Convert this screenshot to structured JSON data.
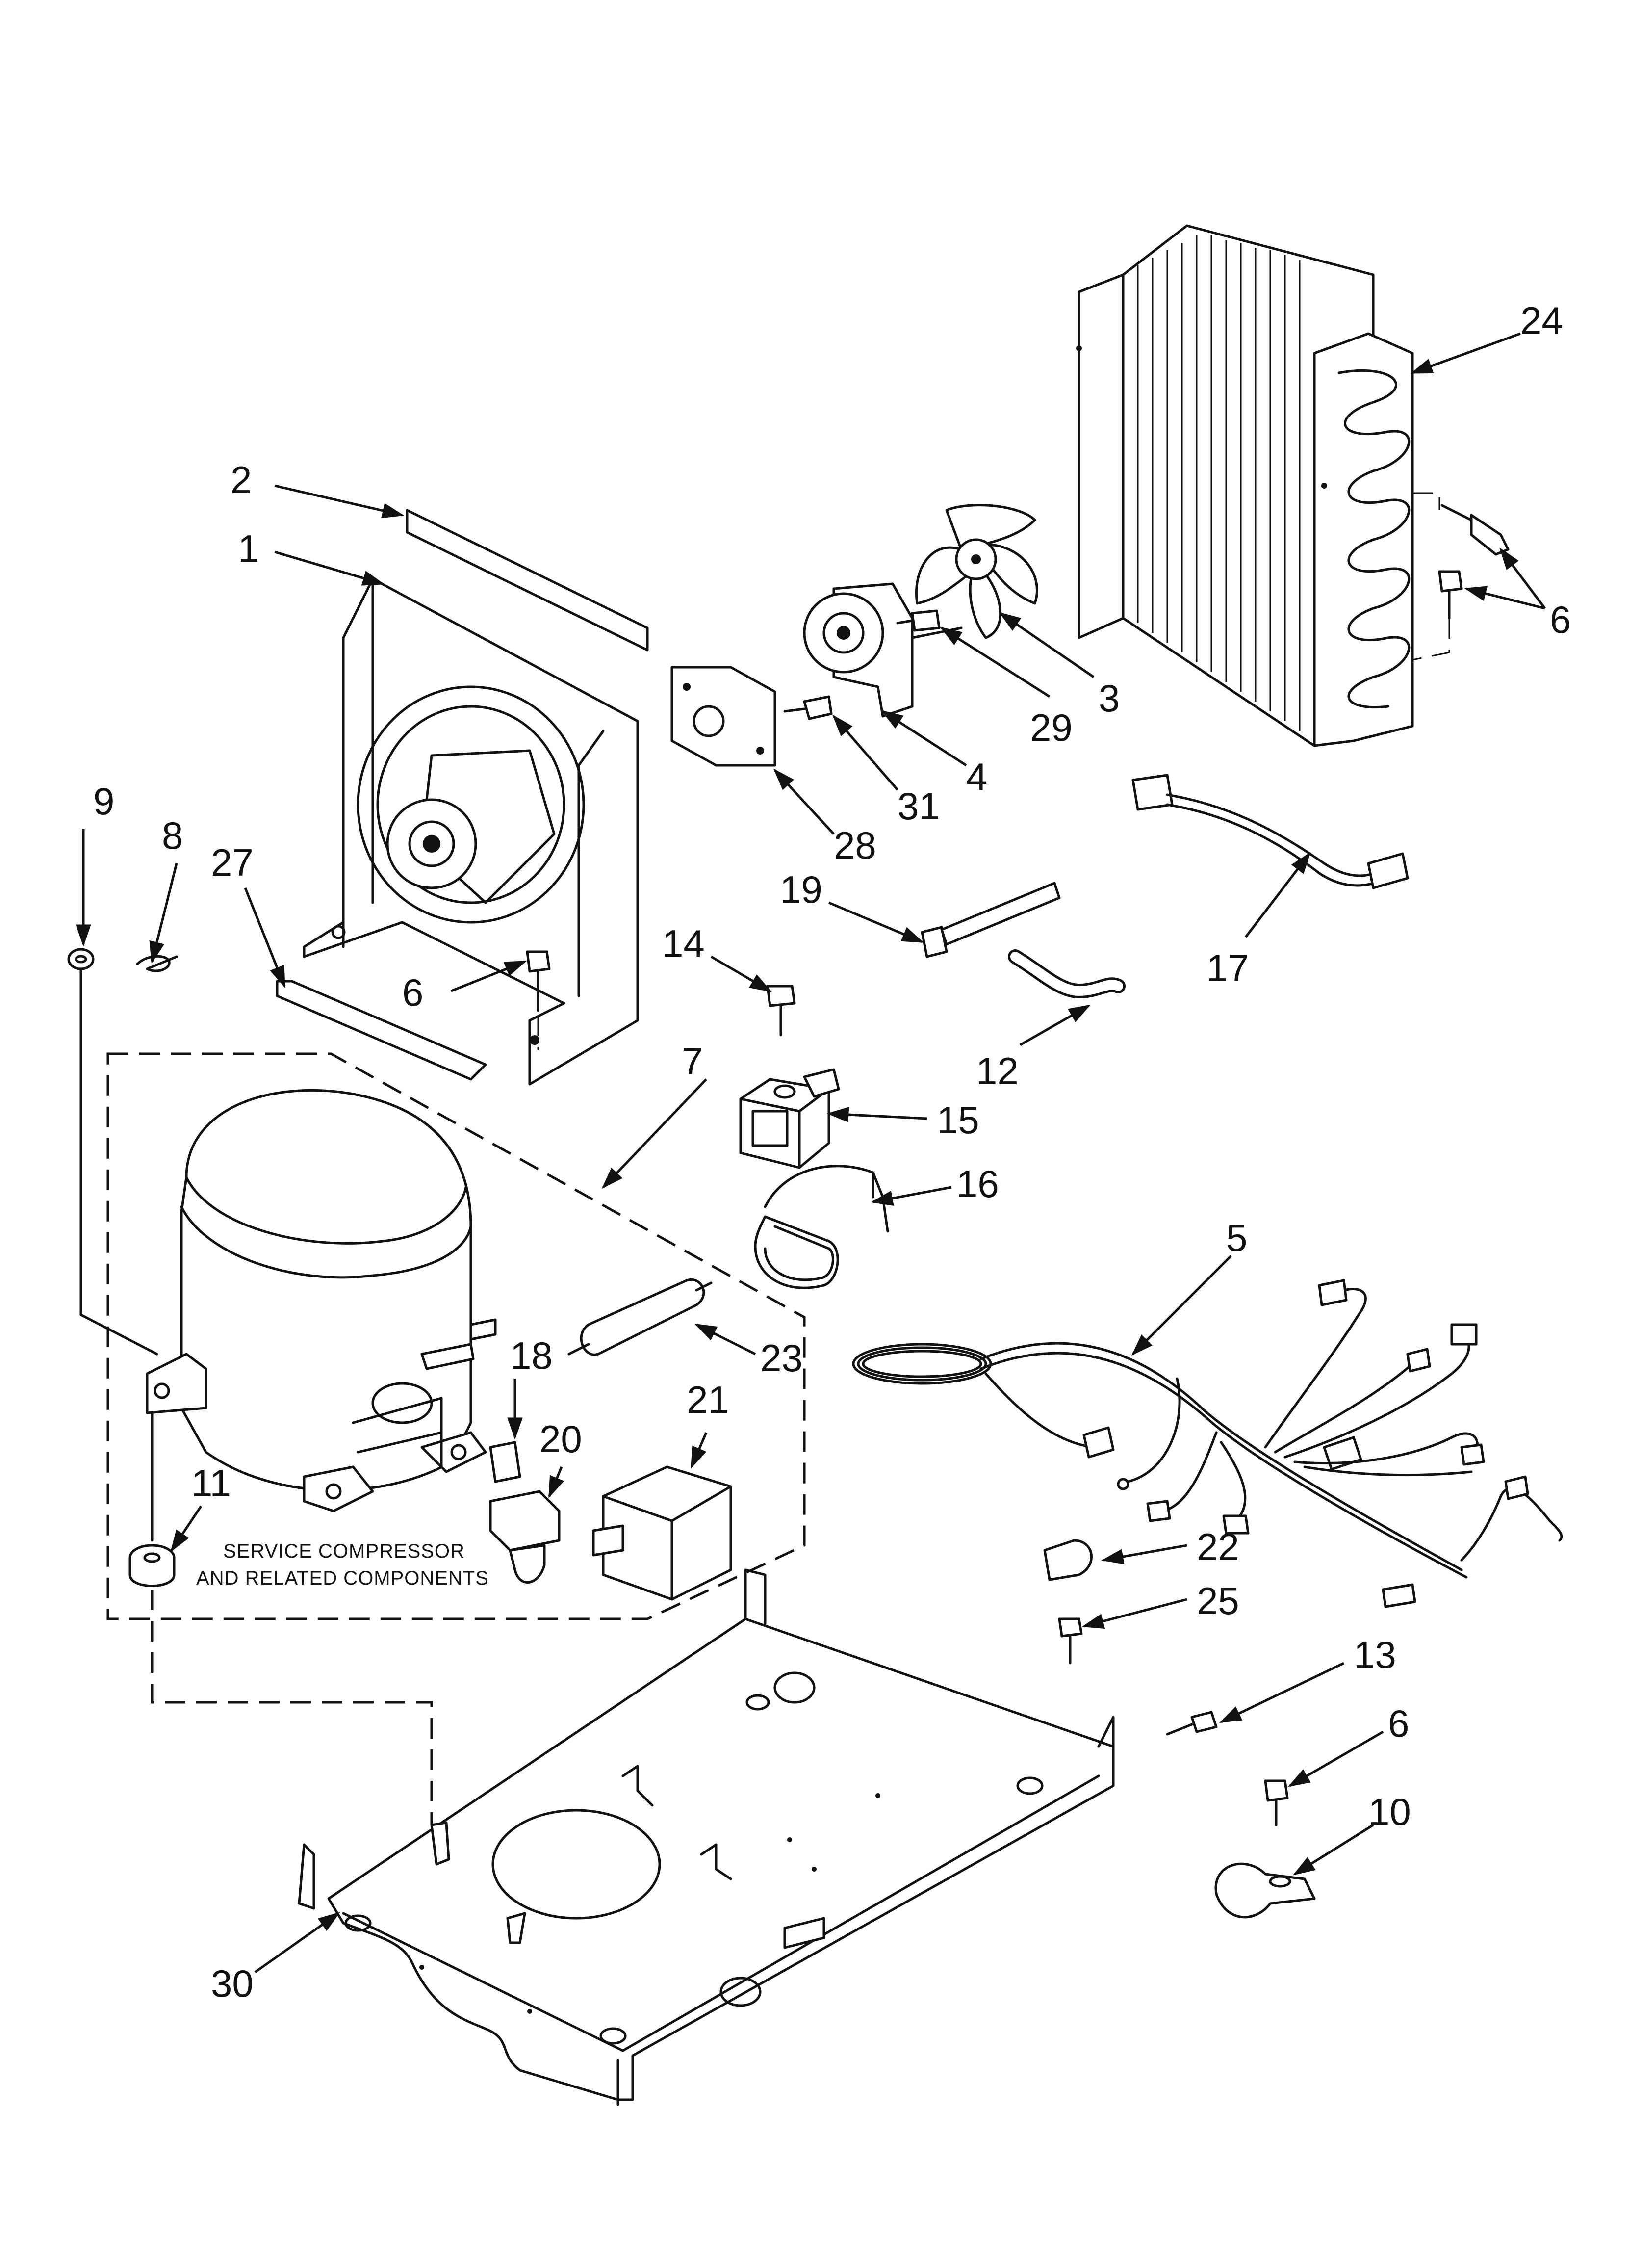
{
  "diagram": {
    "note_line1": "SERVICE COMPRESSOR",
    "note_line2": "AND RELATED COMPONENTS",
    "callouts": [
      {
        "id": "c2",
        "label": "2"
      },
      {
        "id": "c1",
        "label": "1"
      },
      {
        "id": "c24",
        "label": "24"
      },
      {
        "id": "c6a",
        "label": "6"
      },
      {
        "id": "c3",
        "label": "3"
      },
      {
        "id": "c29",
        "label": "29"
      },
      {
        "id": "c4",
        "label": "4"
      },
      {
        "id": "c31",
        "label": "31"
      },
      {
        "id": "c28",
        "label": "28"
      },
      {
        "id": "c9",
        "label": "9"
      },
      {
        "id": "c8",
        "label": "8"
      },
      {
        "id": "c27",
        "label": "27"
      },
      {
        "id": "c6b",
        "label": "6"
      },
      {
        "id": "c19",
        "label": "19"
      },
      {
        "id": "c17",
        "label": "17"
      },
      {
        "id": "c14",
        "label": "14"
      },
      {
        "id": "c12",
        "label": "12"
      },
      {
        "id": "c7",
        "label": "7"
      },
      {
        "id": "c15",
        "label": "15"
      },
      {
        "id": "c16",
        "label": "16"
      },
      {
        "id": "c5",
        "label": "5"
      },
      {
        "id": "c23",
        "label": "23"
      },
      {
        "id": "c18",
        "label": "18"
      },
      {
        "id": "c21",
        "label": "21"
      },
      {
        "id": "c20",
        "label": "20"
      },
      {
        "id": "c11",
        "label": "11"
      },
      {
        "id": "c22",
        "label": "22"
      },
      {
        "id": "c25",
        "label": "25"
      },
      {
        "id": "c13",
        "label": "13"
      },
      {
        "id": "c6c",
        "label": "6"
      },
      {
        "id": "c10",
        "label": "10"
      },
      {
        "id": "c30",
        "label": "30"
      }
    ]
  }
}
